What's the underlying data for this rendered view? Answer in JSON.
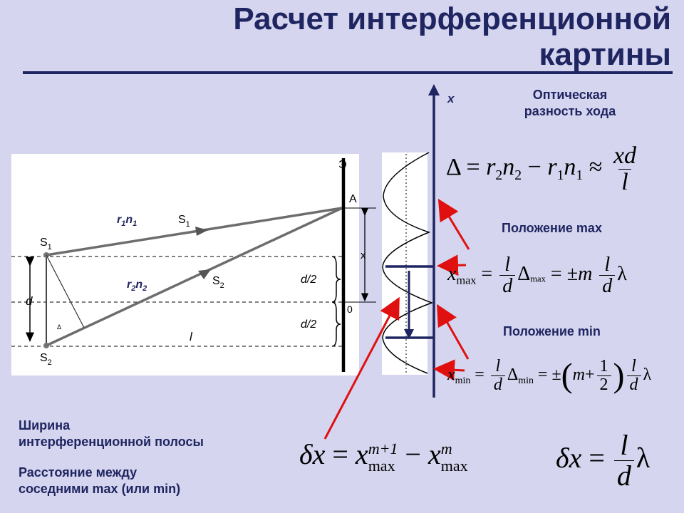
{
  "title": {
    "line1": "Расчет интерференционной",
    "line2": "картины"
  },
  "diagram": {
    "labels": {
      "s1": "S",
      "s1_sub": "1",
      "s2": "S",
      "s2_sub": "2",
      "d": "d",
      "small_delta": "Δ",
      "r1n1": "r",
      "r1n1_a": "1",
      "r1n1_b": "n",
      "r1n1_c": "1",
      "r2n2": "r",
      "r2n2_a": "2",
      "r2n2_b": "n",
      "r2n2_c": "2",
      "ray_s1": "S",
      "ray_s1_sub": "1",
      "ray_s2": "S",
      "ray_s2_sub": "2",
      "l": "l",
      "screen_mark": "Э",
      "a": "A",
      "x": "x",
      "d_half_top": "d/2",
      "d_half_bottom": "d/2",
      "zero": "0",
      "axis_x": "x"
    },
    "colors": {
      "ray": "#6d6d6d",
      "axis": "#1f2560",
      "arrow": "#e01010",
      "panel": "#ffffff"
    }
  },
  "captions": {
    "optical_path_1": "Оптическая",
    "optical_path_2": "разность хода",
    "max_position": "Положение max",
    "min_position": "Положение min",
    "fringe_width_1": "Ширина",
    "fringe_width_2": "интерференционной полосы",
    "distance_1": "Расстояние между",
    "distance_2": "соседними max (или min)"
  },
  "formulas": {
    "delta": "Δ",
    "eq": "=",
    "r": "r",
    "n": "n",
    "one": "1",
    "two": "2",
    "minus": "−",
    "approx": "≈",
    "xd": "xd",
    "l": "l",
    "x": "x",
    "max": "max",
    "min": "min",
    "d": "d",
    "pm": "±",
    "m": "m",
    "lambda": "λ",
    "plus": "+",
    "m1": "m+1",
    "dx": "δx"
  }
}
